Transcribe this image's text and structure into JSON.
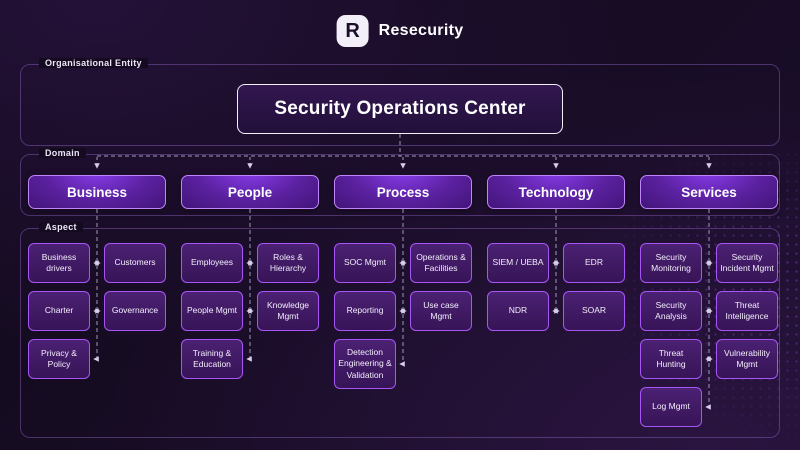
{
  "brand": {
    "name": "Resecurity",
    "logo_letter": "R"
  },
  "org_entity": {
    "label": "Organisational Entity",
    "soc_title": "Security Operations Center"
  },
  "domain": {
    "label": "Domain",
    "items": {
      "business": "Business",
      "people": "People",
      "process": "Process",
      "technology": "Technology",
      "services": "Services"
    }
  },
  "aspect": {
    "label": "Aspect",
    "business": {
      "col_a": [
        "Business drivers",
        "Charter",
        "Privacy & Policy"
      ],
      "col_b": [
        "Customers",
        "Governance"
      ]
    },
    "people": {
      "col_a": [
        "Employees",
        "People Mgmt",
        "Training & Education"
      ],
      "col_b": [
        "Roles & Hierarchy",
        "Knowledge Mgmt"
      ]
    },
    "process": {
      "col_a": [
        "SOC Mgmt",
        "Reporting",
        "Detection Engineering & Validation"
      ],
      "col_b": [
        "Operations & Facilities",
        "Use case Mgmt"
      ]
    },
    "technology": {
      "col_a": [
        "SIEM / UEBA",
        "NDR"
      ],
      "col_b": [
        "EDR",
        "SOAR"
      ]
    },
    "services": {
      "col_a": [
        "Security Monitoring",
        "Security Analysis",
        "Threat Hunting",
        "Log Mgmt"
      ],
      "col_b": [
        "Security Incident Mgmt",
        "Threat Intelligence",
        "Vulnerability Mgmt"
      ]
    }
  },
  "colors": {
    "background": "#150b21",
    "accent_purple": "#a855f7",
    "domain_border": "#c084fc",
    "soc_border": "#f4f0fa",
    "connector": "#d6cdeb"
  }
}
